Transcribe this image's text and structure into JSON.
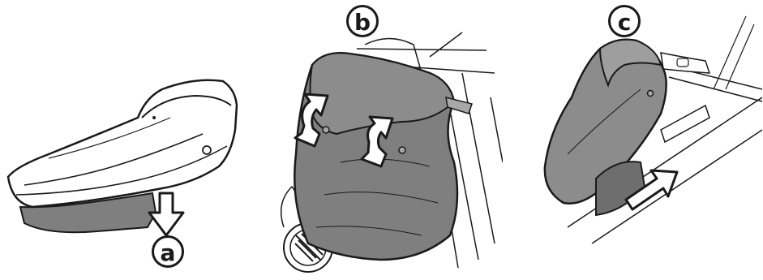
{
  "steps": [
    {
      "label": "a",
      "description_icon": "down-arrow-icon"
    },
    {
      "label": "b",
      "description_icon": "curved-double-arrow-icon"
    },
    {
      "label": "c",
      "description_icon": "diagonal-arrow-icon"
    }
  ],
  "colors": {
    "line": "#1a1a1a",
    "fabric_gray": "#7f7f7f",
    "fabric_light": "#a8a8a8",
    "background": "#ffffff"
  }
}
